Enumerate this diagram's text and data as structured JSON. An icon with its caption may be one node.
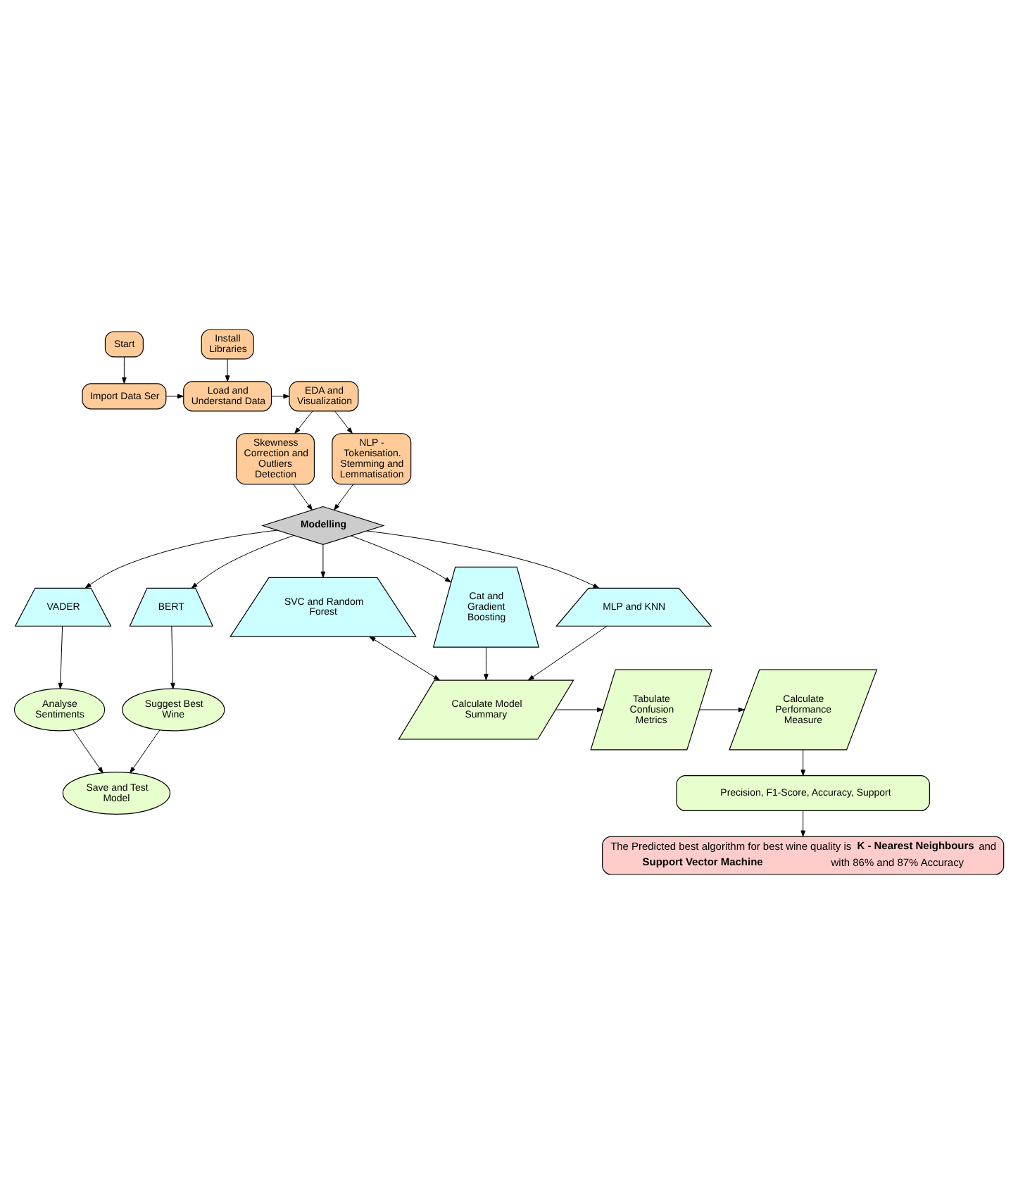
{
  "diagram": {
    "nodes": [
      {
        "text": [
          "Load and Understand Data"
        ]
      },
      {
        "text": [
          "EDA and Visualization"
        ]
      },
      {
        "text": [
          "Import Data Ser"
        ]
      },
      {
        "text": [
          "Skewness Correction and Outliers Detection"
        ]
      },
      {
        "text": [
          "NLP - Tokenisation. Stemming and Lemmatisation"
        ]
      },
      {
        "text": [
          "Install Libraries"
        ]
      },
      {
        "text": [
          "Start"
        ]
      },
      {
        "text": [
          "Modelling"
        ]
      },
      {
        "text": [
          "VADER"
        ]
      },
      {
        "text": [
          "BERT"
        ]
      },
      {
        "text": [
          "SVC and Random Forest"
        ]
      },
      {
        "text": [
          "Cat and Gradient Boosting"
        ]
      },
      {
        "text": [
          "MLP and KNN"
        ]
      },
      {
        "text": [
          "Analyse Sentiments"
        ]
      },
      {
        "text": [
          "Suggest Best Wine"
        ]
      },
      {
        "text": [
          "Calculate Model Summary"
        ]
      },
      {
        "text": [
          "Tabulate Confusion Metrics"
        ]
      },
      {
        "text": [
          "Calculate Performance Measure"
        ]
      },
      {
        "text": [
          "Save and Test Model"
        ]
      },
      {
        "text": [
          "Precision, F1-Score, Accuracy, Support"
        ]
      },
      {
        "text": [
          "The Predicted best algorithm for best wine quality is **K - Nearest Neighbours** and **Support Vector Machine** with 86% and 87% Accuracy"
        ]
      }
    ],
    "edges": [
      {
        "from": 6,
        "to": 2,
        "arrow": "to"
      },
      {
        "from": 2,
        "to": 0,
        "arrow": "to"
      },
      {
        "from": 5,
        "to": 0,
        "arrow": "to"
      },
      {
        "from": 0,
        "to": 1,
        "arrow": "to"
      },
      {
        "from": 1,
        "to": 3,
        "arrow": "to"
      },
      {
        "from": 1,
        "to": 4,
        "arrow": "to"
      },
      {
        "from": 3,
        "to": 7,
        "arrow": "to"
      },
      {
        "from": 4,
        "to": 7,
        "arrow": "to"
      },
      {
        "from": 7,
        "to": 8,
        "arrow": "to"
      },
      {
        "from": 7,
        "to": 9,
        "arrow": "to"
      },
      {
        "from": 7,
        "to": 10,
        "arrow": "to"
      },
      {
        "from": 7,
        "to": 11,
        "arrow": "to"
      },
      {
        "from": 7,
        "to": 12,
        "arrow": "to"
      },
      {
        "from": 8,
        "to": 13,
        "arrow": "to"
      },
      {
        "from": 9,
        "to": 14,
        "arrow": "to"
      },
      {
        "from": 13,
        "to": 18,
        "arrow": "to"
      },
      {
        "from": 14,
        "to": 18,
        "arrow": "to"
      },
      {
        "from": 10,
        "to": 15,
        "arrow": "both"
      },
      {
        "from": 11,
        "to": 15,
        "arrow": "to"
      },
      {
        "from": 12,
        "to": 15,
        "arrow": "to"
      },
      {
        "from": 15,
        "to": 16,
        "arrow": "to"
      },
      {
        "from": 16,
        "to": 17,
        "arrow": "to"
      },
      {
        "from": 17,
        "to": 19,
        "arrow": "to"
      },
      {
        "from": 19,
        "to": 20,
        "arrow": "to"
      }
    ]
  }
}
